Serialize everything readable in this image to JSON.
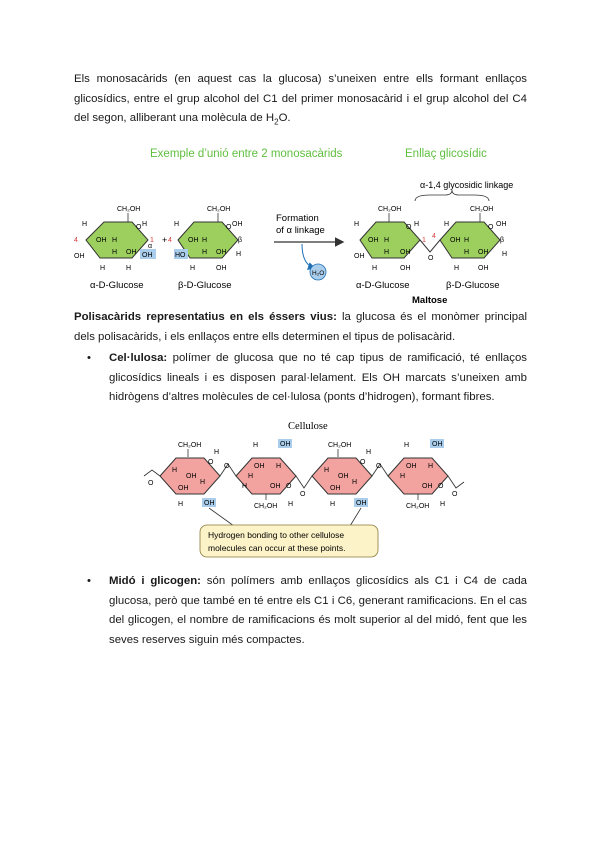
{
  "intro": {
    "text_a": "Els monosacàrids (en aquest cas la glucosa) s’uneixen entre ells formant enllaços glicosídics, entre el grup alcohol del C1 del primer monosacàrid i el grup alcohol del C4 del segon, alliberant una molècula de H",
    "sub": "2",
    "text_b": "O."
  },
  "fig1": {
    "heading_left": "Exemple d’unió entre 2 monosacàrids",
    "heading_right": "Enllaç glicosídic",
    "heading_color": "#5fbf3f",
    "linkage_label": "α-1,4 glycosidic linkage",
    "formation_line1": "Formation",
    "formation_line2": "of α linkage",
    "water": "H₂O",
    "label_a_glucose": "α-D-Glucose",
    "label_b_glucose": "β-D-Glucose",
    "label_maltose_a": "α-D-Glucose",
    "label_maltose_b": "β-D-Glucose",
    "label_maltose": "Maltose",
    "ch2oh": "CH₂OH",
    "oh": "OH",
    "h": "H",
    "o": "O",
    "ho": "HO",
    "alpha": "α",
    "beta": "β",
    "num1": "1",
    "num4": "4",
    "plus": "+",
    "ring_color": "#9ccf5e",
    "highlight_color": "#a9cdea",
    "number_color": "#d83a3a"
  },
  "polysaccharides": {
    "bold": "Polisacàrids representatius en els éssers vius:",
    "text": " la glucosa és el monòmer principal dels polisacàrids, i els enllaços entre ells determinen el tipus de polisacàrid."
  },
  "cellulose_item": {
    "bullet": "•",
    "bold": "Cel·lulosa:",
    "text": " polímer de glucosa que no té cap tipus de ramificació, té enllaços glicosídics lineals i es disposen paral·lelament. Els OH marcats s’uneixen amb hidrògens d’altres molècules de cel·lulosa (ponts d’hidrogen), formant fibres."
  },
  "fig2": {
    "title": "Cellulose",
    "ch2oh": "CH₂OH",
    "oh": "OH",
    "h": "H",
    "o": "O",
    "callout_line1": "Hydrogen bonding to other cellulose",
    "callout_line2": "molecules can occur at these points.",
    "ring_color": "#f2a3a0",
    "callout_bg": "#fdf3c9",
    "highlight_color": "#a9cdea"
  },
  "starch_item": {
    "bullet": "•",
    "bold": "Midó i glicogen:",
    "text": " són polímers amb enllaços glicosídics als C1 i C4 de cada glucosa, però que també en té entre els C1 i C6, generant ramificacions. En el cas del glicogen, el nombre de ramificacions és molt superior al del midó, fent que les seves reserves siguin més compactes."
  }
}
